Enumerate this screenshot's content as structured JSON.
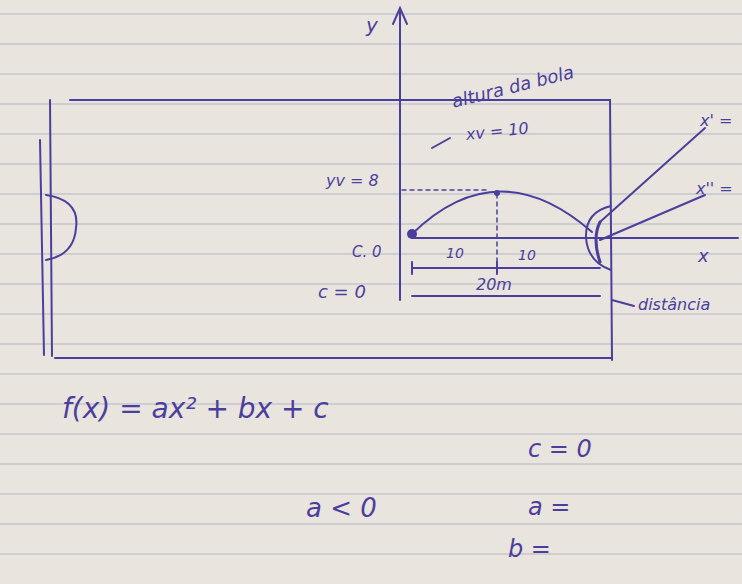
{
  "diagram": {
    "labels": [
      "y",
      "altura da bola",
      "xv = 10",
      "yv = 8",
      "x' =",
      "x'' =",
      "C. 0",
      "10",
      "10",
      "20m",
      "c = 0",
      "x",
      "distância",
      "f(x) = ax² + bx + c",
      "c = 0",
      "a < 0",
      "a =",
      "b ="
    ]
  }
}
